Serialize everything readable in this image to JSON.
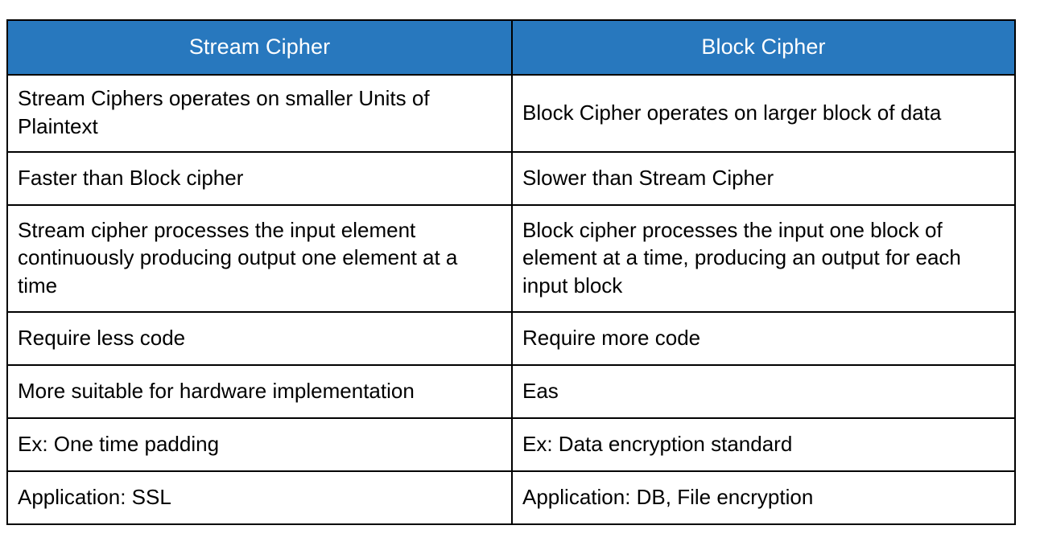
{
  "table": {
    "headers": [
      {
        "label": "Stream Cipher",
        "background": "#2878be",
        "color": "#ffffff"
      },
      {
        "label": "Block Cipher",
        "background": "#2878be",
        "color": "#ffffff"
      }
    ],
    "rows": [
      {
        "left": "Stream Ciphers operates on smaller Units of Plaintext",
        "right": "Block Cipher operates on larger block of data"
      },
      {
        "left": "Faster than Block cipher",
        "right": "Slower than Stream Cipher"
      },
      {
        "left": "Stream cipher processes the input element continuously producing output one element at a time",
        "right": "Block cipher processes the input one block of element at a time, producing an output for each input block"
      },
      {
        "left": "Require less code",
        "right": "Require more code"
      },
      {
        "left": "More suitable for hardware implementation",
        "right": "Eas"
      },
      {
        "left": "Ex: One time padding",
        "right": "Ex: Data encryption standard"
      },
      {
        "left": "Application: SSL",
        "right": "Application: DB, File encryption"
      }
    ],
    "border_color": "#000000",
    "body_text_color": "#000000",
    "background": "#ffffff"
  }
}
